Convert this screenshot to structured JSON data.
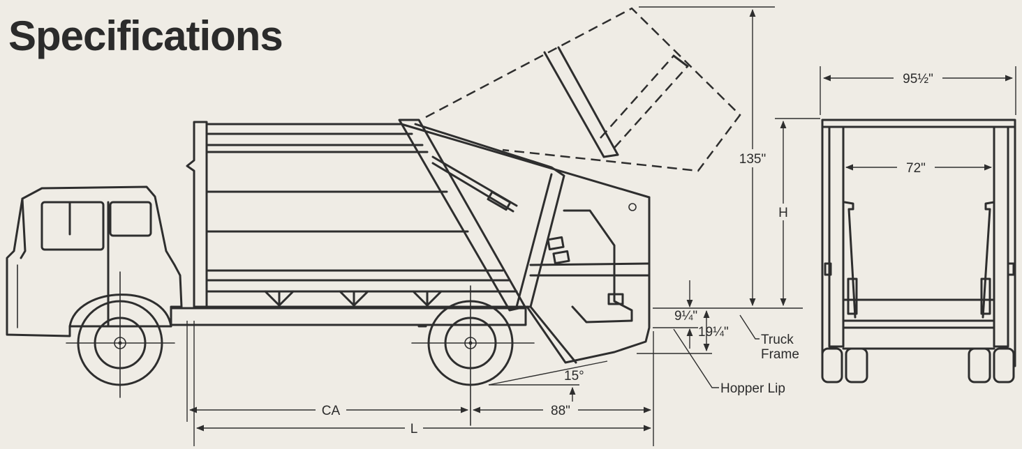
{
  "title": "Specifications",
  "labels": {
    "height_total": "135\"",
    "height_h": "H",
    "width_outer": "95½\"",
    "width_inner": "72\"",
    "dim_9_25": "9¼\"",
    "dim_19_25": "19¼\"",
    "truck_frame_1": "Truck",
    "truck_frame_2": "Frame",
    "hopper_lip": "Hopper Lip",
    "angle": "15°",
    "ca": "CA",
    "l": "L",
    "dim_88": "88\""
  }
}
